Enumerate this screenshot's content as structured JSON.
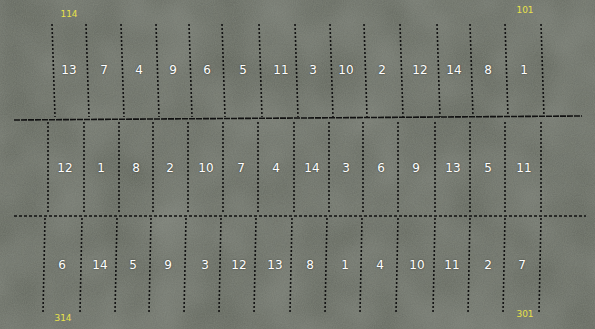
{
  "diagram": {
    "labels": [
      "114",
      "101",
      "13",
      "7",
      "4",
      "9",
      "6",
      "5",
      "11",
      "3",
      "10",
      "2",
      "12",
      "14",
      "8",
      "1",
      "12",
      "1",
      "8",
      "2",
      "10",
      "7",
      "4",
      "14",
      "3",
      "6",
      "9",
      "13",
      "5",
      "11",
      "6",
      "14",
      "5",
      "9",
      "3",
      "12",
      "13",
      "8",
      "1",
      "4",
      "10",
      "11",
      "2",
      "7",
      "314",
      "301"
    ]
  }
}
